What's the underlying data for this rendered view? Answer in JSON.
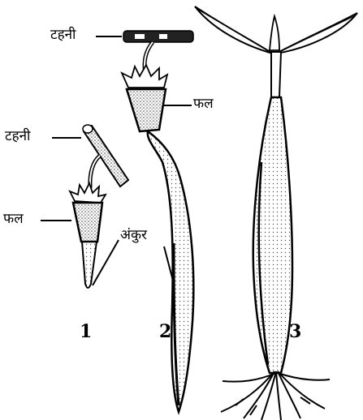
{
  "labels": {
    "stage1_twig": "टहनी",
    "stage1_fruit": "फल",
    "sprout": "अंकुर",
    "stage2_twig": "टहनी",
    "stage2_fruit": "फल"
  },
  "stage_numbers": [
    "1",
    "2",
    "3"
  ],
  "colors": {
    "ink": "#000000",
    "paper": "#ffffff",
    "stipple": "#444444"
  }
}
